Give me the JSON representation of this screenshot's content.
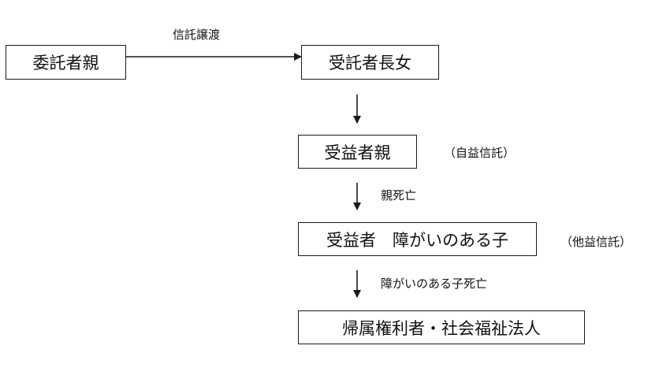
{
  "diagram": {
    "nodes": {
      "settlor": "委託者親",
      "trustee": "受託者長女",
      "beneficiary_first": "受益者親",
      "beneficiary_second": "受益者　障がいのある子",
      "residual_holder": "帰属権利者・社会福祉法人"
    },
    "notes": {
      "transfer": "信託譲渡",
      "self_benefit": "（自益信託）",
      "parent_death": "親死亡",
      "other_benefit": "（他益信託）",
      "child_death": "障がいのある子死亡"
    },
    "colors": {
      "line": "#1a1a1a",
      "box_border": "#1a1a1a",
      "background": "#ffffff"
    }
  }
}
